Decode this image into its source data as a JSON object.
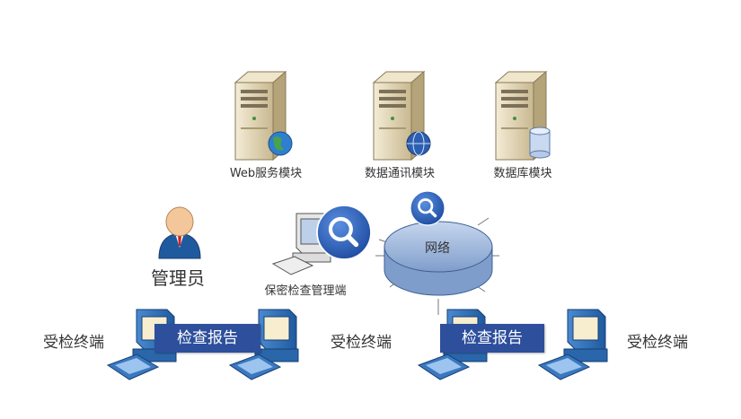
{
  "servers": [
    {
      "label": "Web服务模块",
      "icon": "globe-icon"
    },
    {
      "label": "数据通讯模块",
      "icon": "network-globe-icon"
    },
    {
      "label": "数据库模块",
      "icon": "database-icon"
    }
  ],
  "admin": {
    "label": "管理员"
  },
  "management": {
    "label": "保密检查管理端"
  },
  "network": {
    "label": "网络"
  },
  "terminals": [
    {
      "label": "受检终端"
    },
    {
      "label": "受检终端"
    },
    {
      "label": "受检终端"
    }
  ],
  "reports": [
    {
      "label": "检查报告"
    },
    {
      "label": "检查报告"
    }
  ],
  "colors": {
    "banner": "#2d4f9c",
    "monitor": "#2f6fb5",
    "server": "#e8dcc0",
    "disk": "#a9c0e0"
  }
}
